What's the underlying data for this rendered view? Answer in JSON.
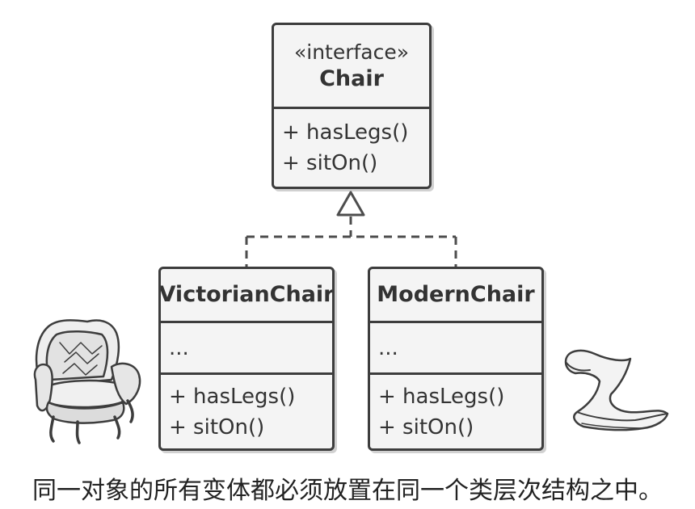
{
  "interface": {
    "stereotype": "«interface»",
    "name": "Chair",
    "methods": [
      "+ hasLegs()",
      "+ sitOn()"
    ]
  },
  "classes": [
    {
      "name": "VictorianChair",
      "fields": "...",
      "methods": [
        "+ hasLegs()",
        "+ sitOn()"
      ]
    },
    {
      "name": "ModernChair",
      "fields": "...",
      "methods": [
        "+ hasLegs()",
        "+ sitOn()"
      ]
    }
  ],
  "caption": "同一对象的所有变体都必须放置在同一个类层次结构之中。",
  "colors": {
    "border": "#3d3d3d",
    "box_fill": "#f4f4f4",
    "text": "#333333",
    "background": "#ffffff"
  },
  "icons": [
    "victorian-armchair-icon",
    "modern-chair-icon"
  ]
}
